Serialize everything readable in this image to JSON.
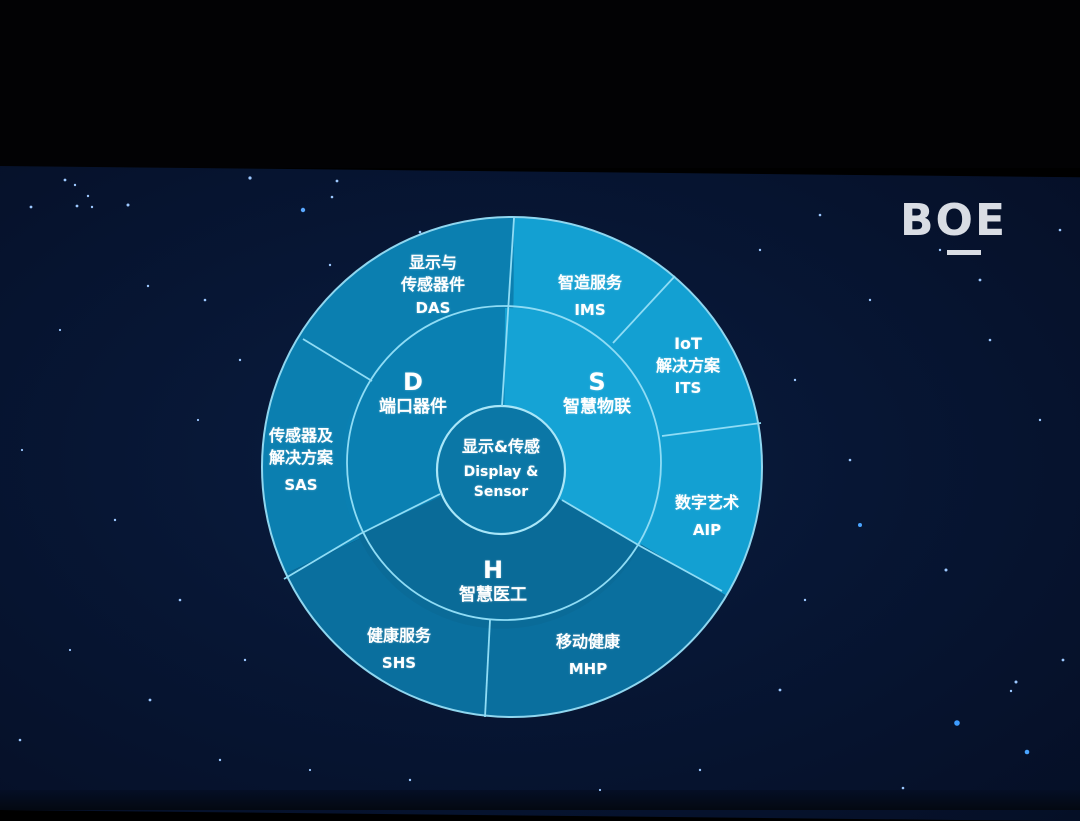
{
  "logo": {
    "text": "BOE"
  },
  "colors": {
    "background": "#06142e",
    "segment_d": "#0b82b3",
    "segment_s": "#14a2d4",
    "segment_h": "#0a6b98",
    "divider": "#8fdcf5",
    "text": "#ffffff"
  },
  "center": {
    "zh": "显示&传感",
    "en_line1": "Display &",
    "en_line2": "Sensor"
  },
  "middle_ring": [
    {
      "letter": "D",
      "zh": "端口器件"
    },
    {
      "letter": "S",
      "zh": "智慧物联"
    },
    {
      "letter": "H",
      "zh": "智慧医工"
    }
  ],
  "outer_ring": [
    {
      "zh_lines": [
        "显示与",
        "传感器件"
      ],
      "abbr": "DAS",
      "parent": "D"
    },
    {
      "zh_lines": [
        "传感器及",
        "解决方案"
      ],
      "abbr": "SAS",
      "parent": "D"
    },
    {
      "zh_lines": [
        "智造服务"
      ],
      "abbr": "IMS",
      "parent": "S"
    },
    {
      "zh_lines": [
        "IoT",
        "解决方案"
      ],
      "abbr": "ITS",
      "parent": "S"
    },
    {
      "zh_lines": [
        "数字艺术"
      ],
      "abbr": "AIP",
      "parent": "S"
    },
    {
      "zh_lines": [
        "健康服务"
      ],
      "abbr": "SHS",
      "parent": "H"
    },
    {
      "zh_lines": [
        "移动健康"
      ],
      "abbr": "MHP",
      "parent": "H"
    }
  ]
}
